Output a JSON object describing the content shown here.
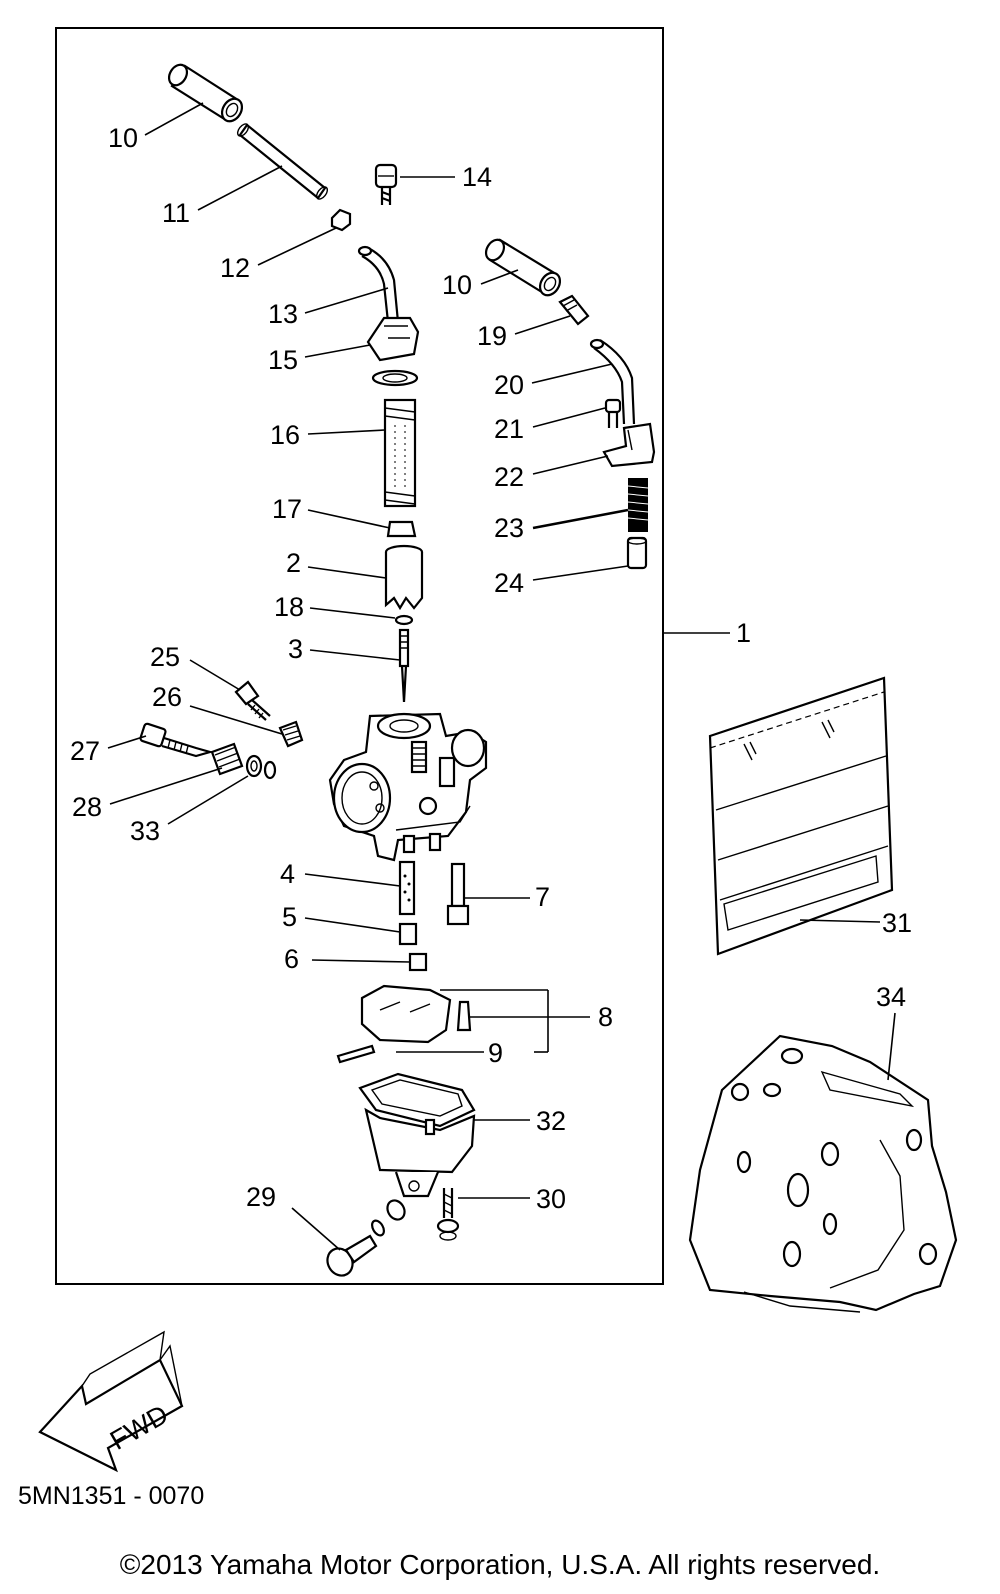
{
  "labels": {
    "p1": "1",
    "p2": "2",
    "p3": "3",
    "p4": "4",
    "p5": "5",
    "p6": "6",
    "p7": "7",
    "p8": "8",
    "p9": "9",
    "p10a": "10",
    "p10b": "10",
    "p11": "11",
    "p12": "12",
    "p13": "13",
    "p14": "14",
    "p15": "15",
    "p16": "16",
    "p17": "17",
    "p18": "18",
    "p19": "19",
    "p20": "20",
    "p21": "21",
    "p22": "22",
    "p23": "23",
    "p24": "24",
    "p25": "25",
    "p26": "26",
    "p27": "27",
    "p28": "28",
    "p29": "29",
    "p30": "30",
    "p31": "31",
    "p32": "32",
    "p33": "33",
    "p34": "34"
  },
  "fwd_label": "FWD",
  "diagram_code": "5MN1351 - 0070",
  "copyright": "©2013 Yamaha Motor Corporation, U.S.A. All rights reserved."
}
